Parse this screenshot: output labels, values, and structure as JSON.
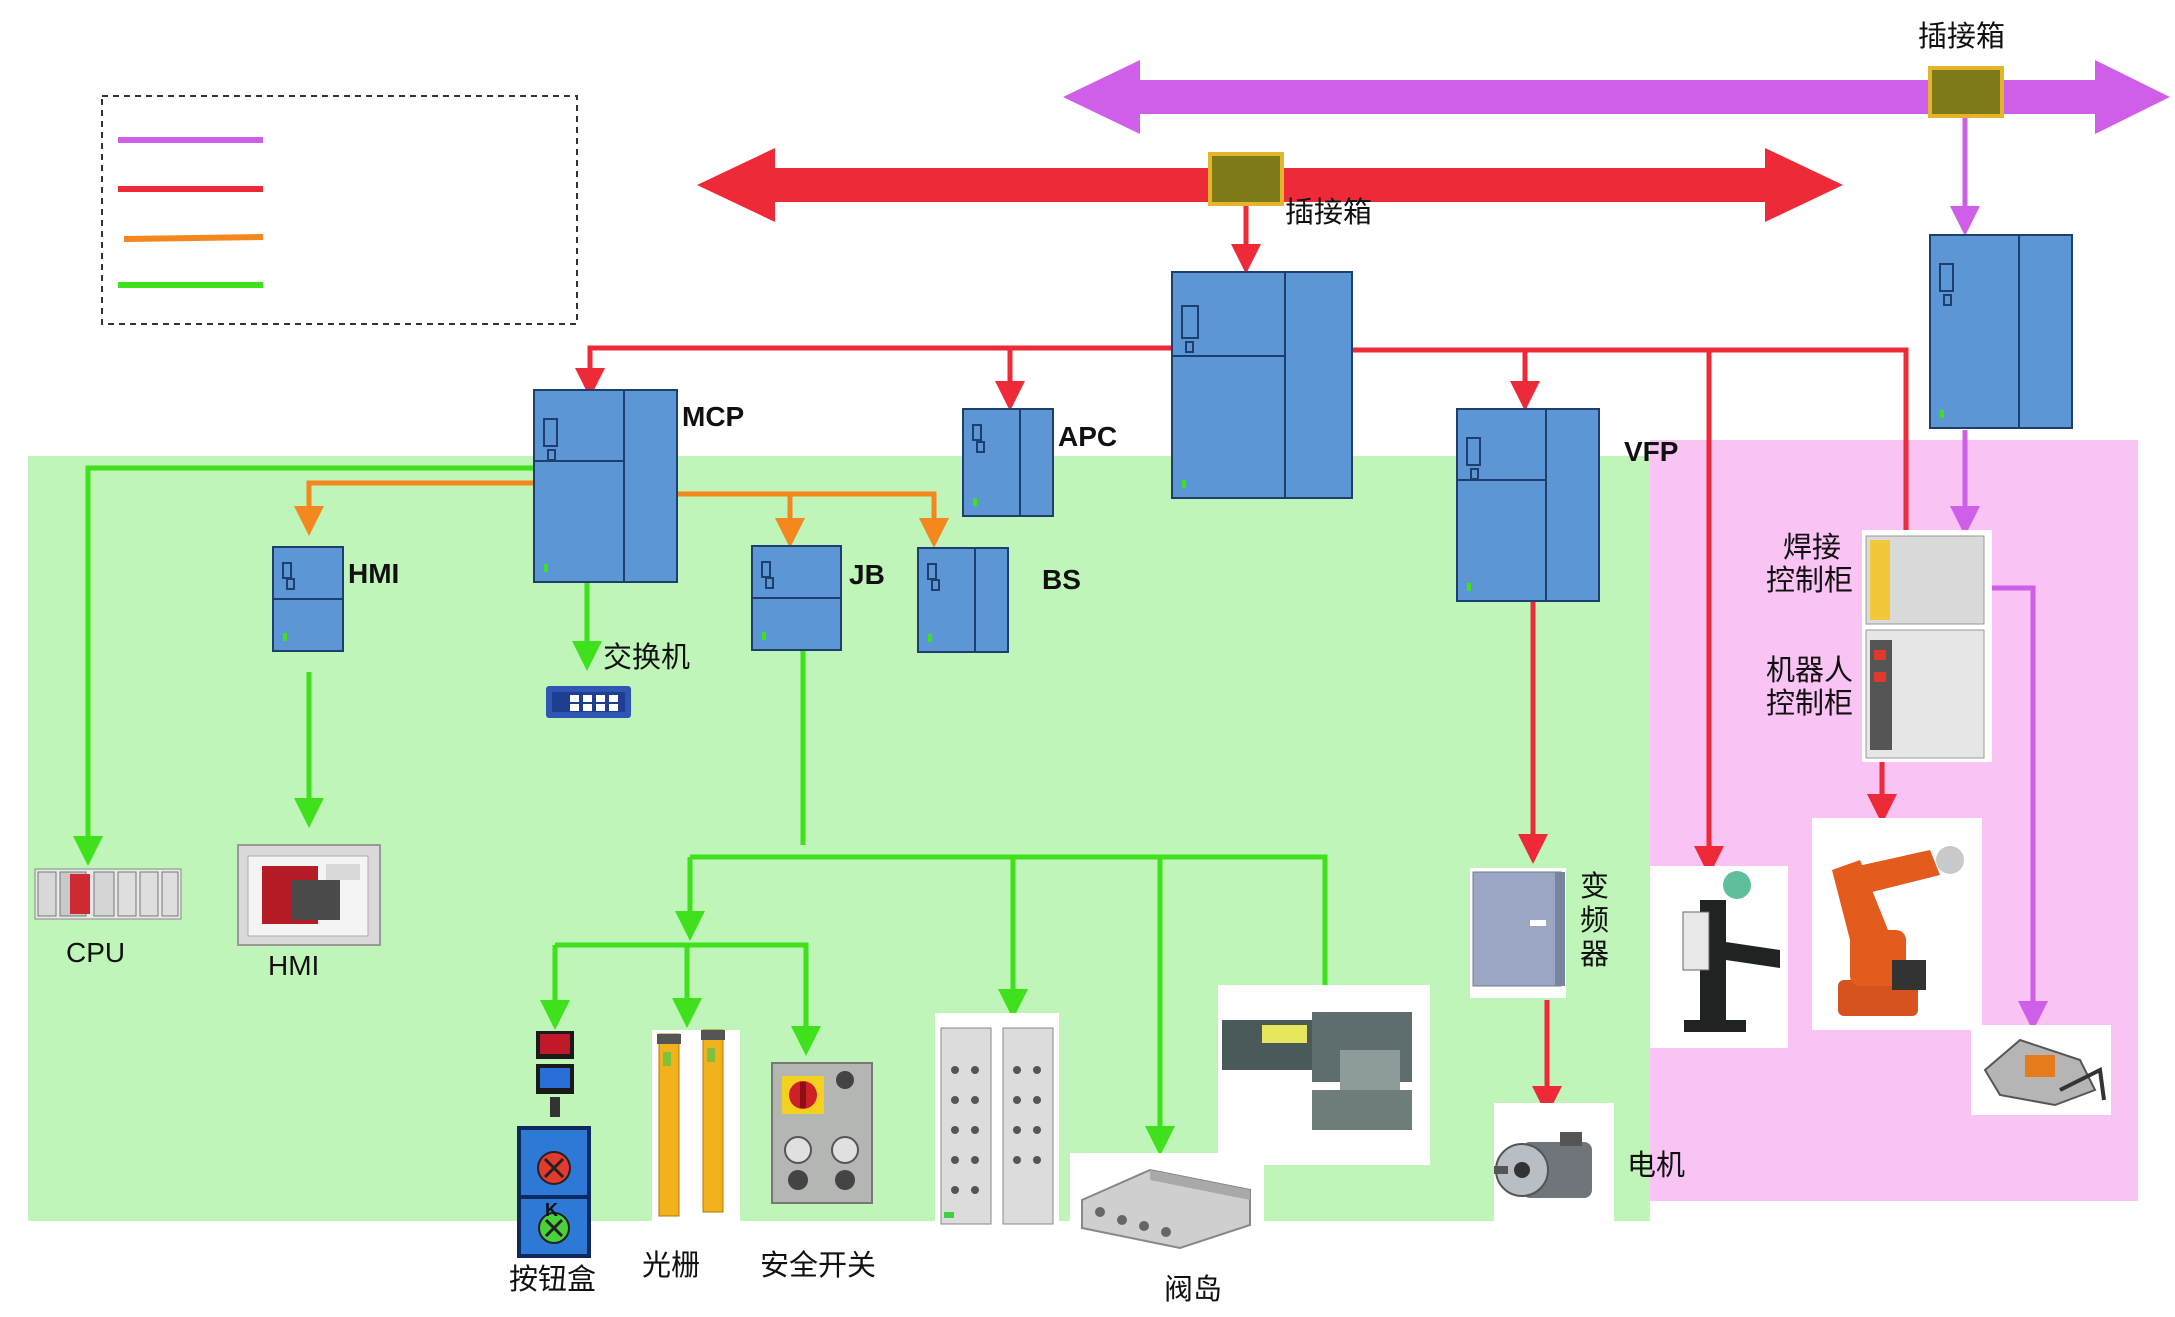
{
  "colors": {
    "purple_bus": "#cf5ee8",
    "red_bus": "#ee2a39",
    "orange_line": "#f5871f",
    "green_line": "#3fe01c",
    "green_zone": "#bff5b8",
    "pink_zone": "#f9c3f3",
    "cabinet_blue": "#5c96d5",
    "junction_box": "#7e7a17"
  },
  "legend": {
    "items": [
      "",
      "",
      "",
      ""
    ]
  },
  "junctions": {
    "top": "插接箱",
    "mid": "插接箱"
  },
  "cabinets": {
    "mcp": "MCP",
    "apc": "APC",
    "vfp": "VFP",
    "hmi": "HMI",
    "jb": "JB",
    "bs": "BS"
  },
  "devices": {
    "switch": "交换机",
    "cpu": "CPU",
    "hmi_panel": "HMI",
    "button_box": "按钮盒",
    "button_box_k": "K",
    "light_curtain": "光栅",
    "safety_switch": "安全开关",
    "valve_island": "阀岛",
    "vfd": "变频器",
    "motor": "电机",
    "weld_cabinet_line1": "焊接",
    "weld_cabinet_line2": "控制柜",
    "robot_cabinet_line1": "机器人",
    "robot_cabinet_line2": "控制柜"
  }
}
